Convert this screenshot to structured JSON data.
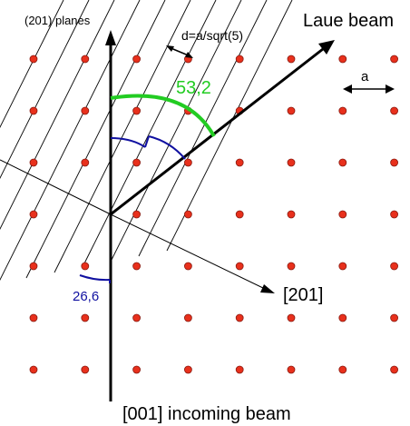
{
  "labels": {
    "planes": "(201) planes",
    "spacing": "d=a/sqrt(5)",
    "laue_beam": "Laue beam",
    "lattice_constant": "a",
    "angle_two_theta": "53,2",
    "angle_theta": "26,6",
    "direction_201": "[201]",
    "incoming_beam": "[001] incoming beam"
  },
  "colors": {
    "lattice_point_fill": "#e8301c",
    "lattice_point_stroke": "#8a1a10",
    "line": "#000000",
    "angle_two_theta": "#22cc22",
    "angle_theta": "#1010a0"
  },
  "lattice": {
    "columns": 8,
    "rows": 7
  },
  "angles_deg": {
    "two_theta": 53.2,
    "theta": 26.6
  }
}
